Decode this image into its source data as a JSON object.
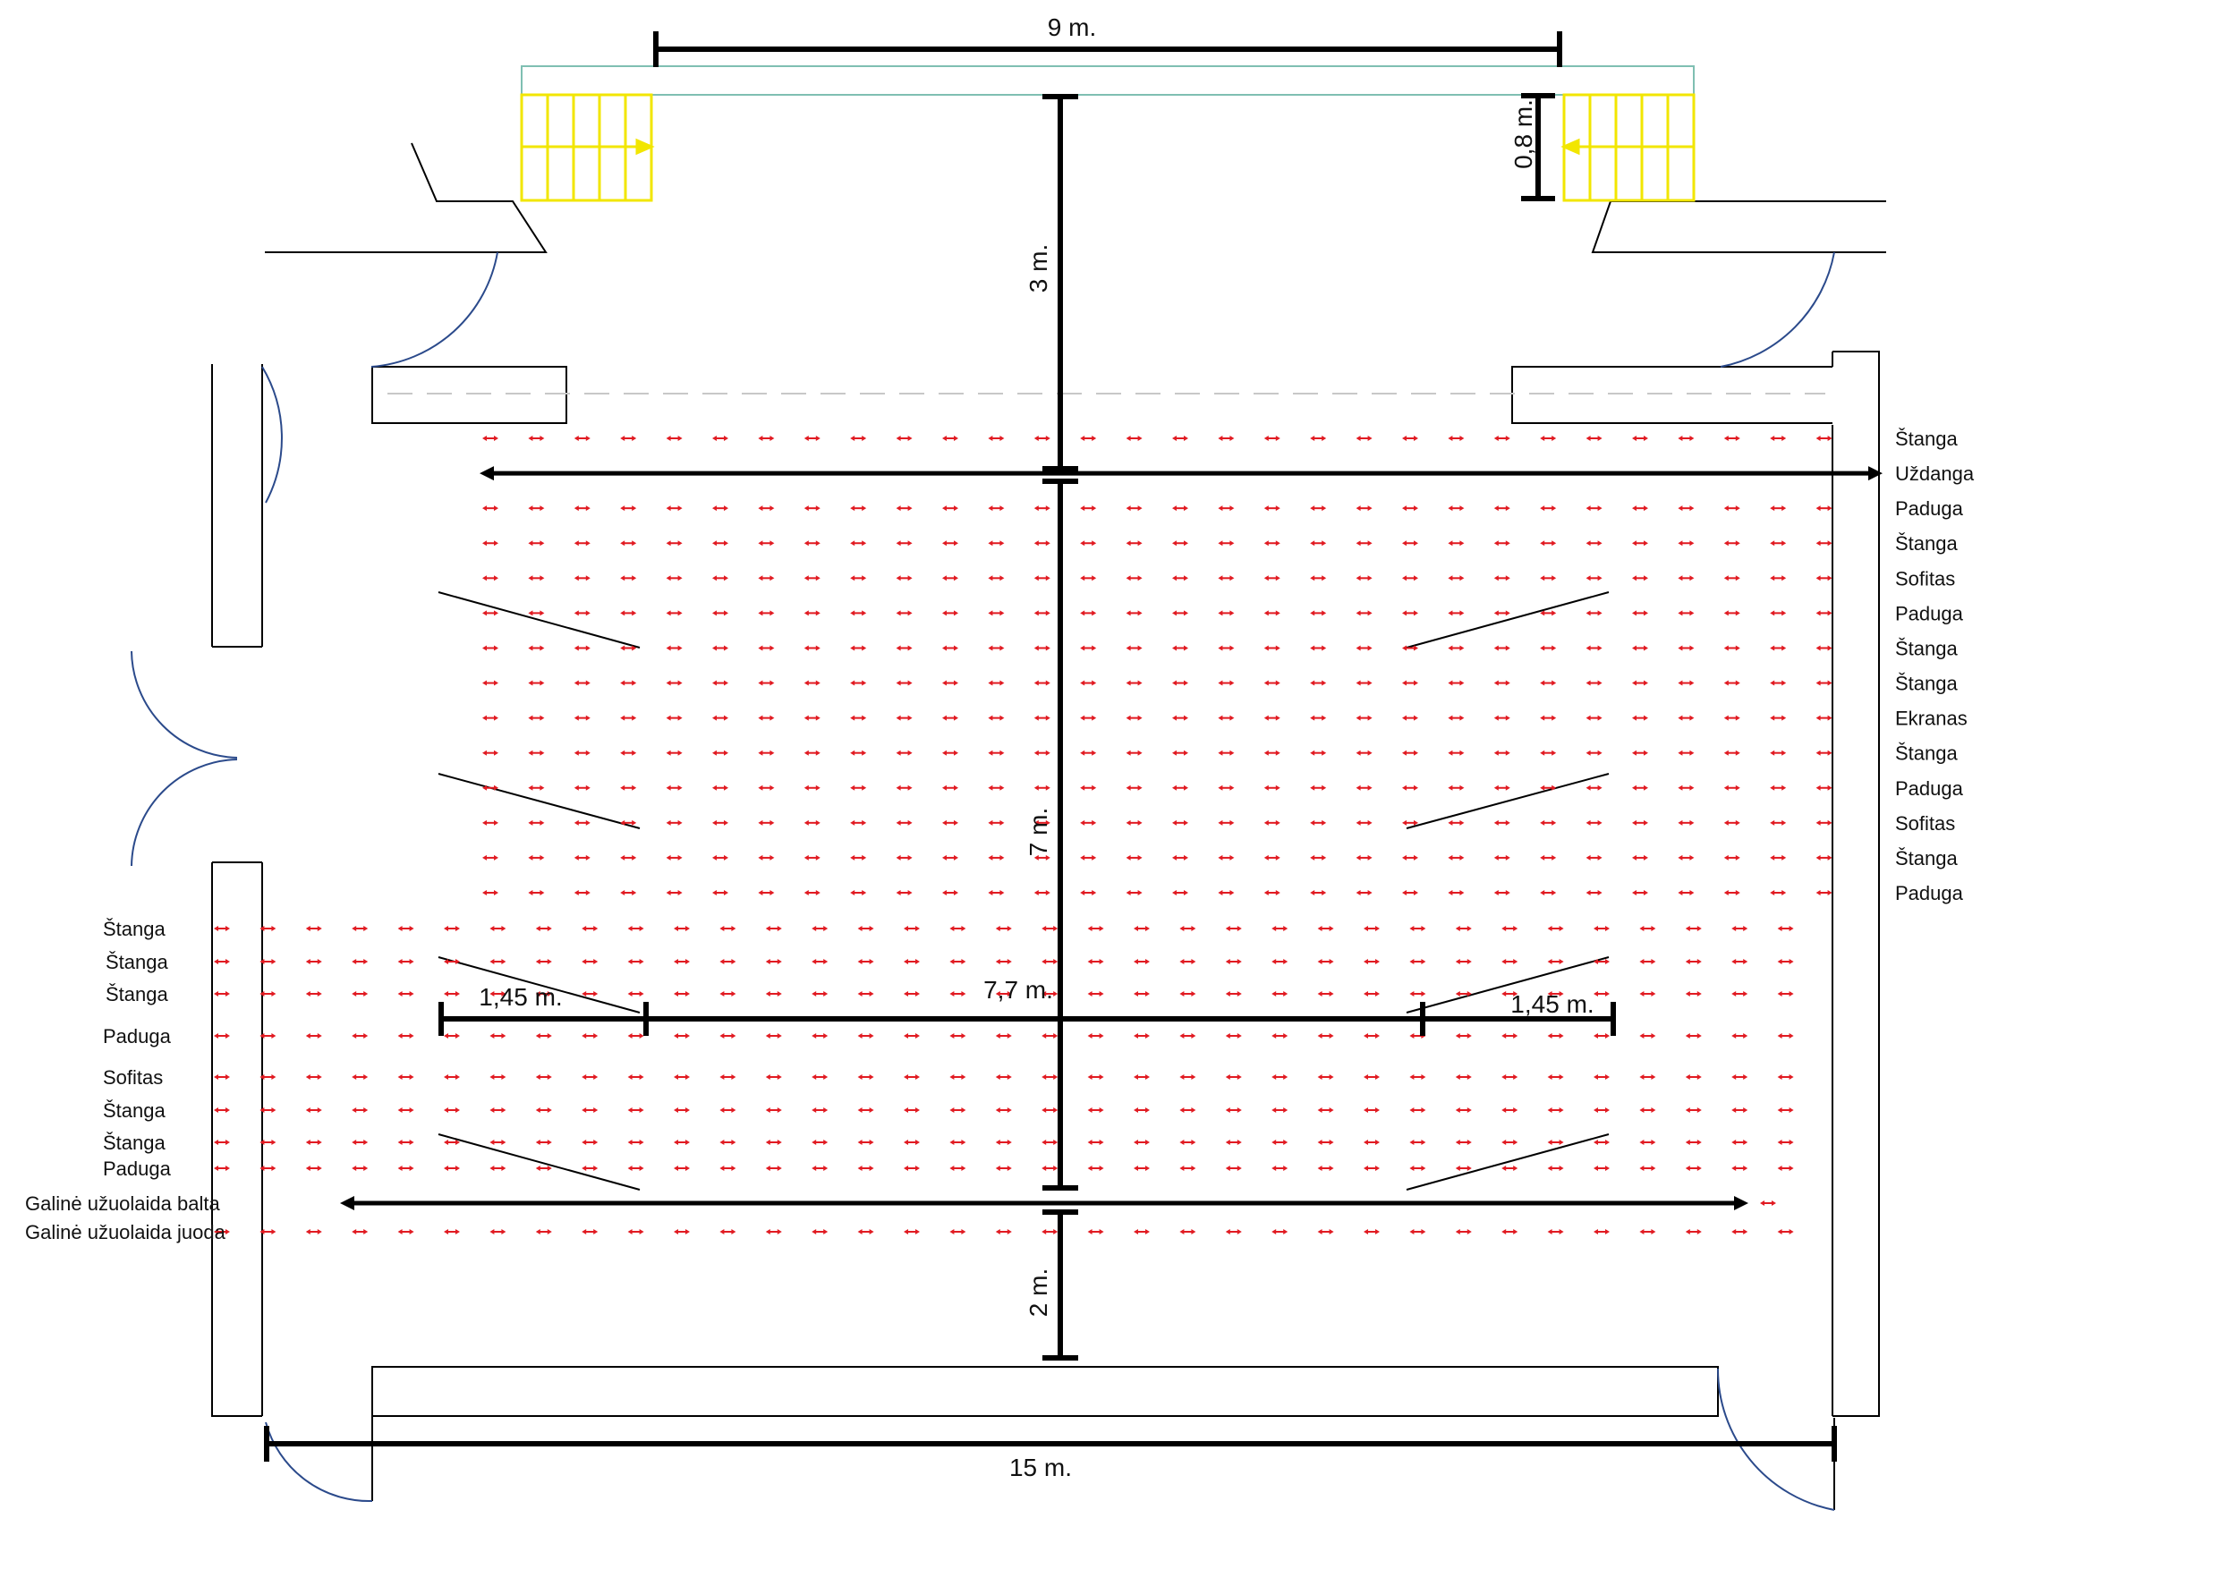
{
  "colors": {
    "walls": "#000000",
    "door_arcs": "#2b4a8b",
    "batten_arrows": "#e11b22",
    "stairs": "#f2e600",
    "stage_edge": "#7fbfb2",
    "dashed_line": "#c8c8c8"
  },
  "dimensions": {
    "top_width": "9 m.",
    "stair_height": "0,8 m.",
    "top_depth": "3 m.",
    "main_depth": "7 m.",
    "center_width": "7,7 m.",
    "left_wing": "1,45 m.",
    "right_wing": "1,45 m.",
    "bottom_depth": "2 m.",
    "total_width": "15 m."
  },
  "upper_battens": {
    "labels": [
      "Štanga",
      "Uždanga",
      "Paduga",
      "Štanga",
      "Sofitas",
      "Paduga",
      "Štanga",
      "Štanga",
      "Ekranas",
      "Štanga",
      "Paduga",
      "Sofitas",
      "Štanga",
      "Paduga"
    ],
    "curtain_index": 1
  },
  "lower_battens": {
    "labels": [
      "Štanga",
      "Štanga",
      "Štanga",
      "Paduga",
      "Sofitas",
      "Štanga",
      "Štanga",
      "Paduga",
      "Galinė užuolaida balta",
      "Galinė užuolaida juoda"
    ],
    "curtain_index": 8
  }
}
